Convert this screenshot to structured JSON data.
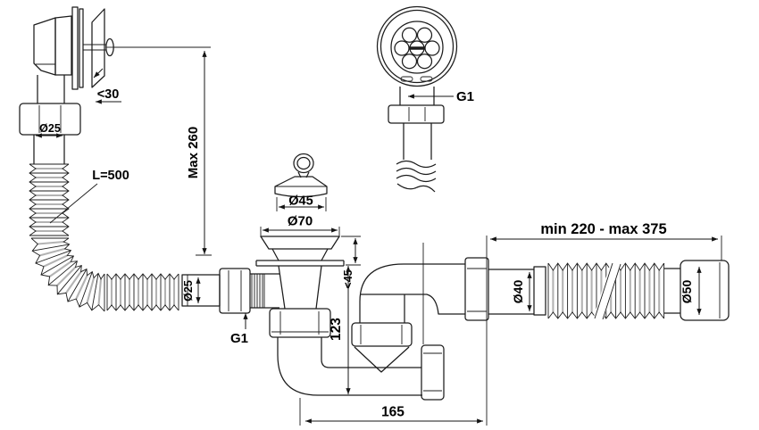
{
  "drawing": {
    "colors": {
      "line": "#1c1c1c",
      "dimension": "#141414",
      "shade": "#b3b3b3",
      "background": "#ffffff"
    },
    "dimensions": {
      "overflow_wall_thickness": "<30",
      "overflow_pipe_diameter": "Ø25",
      "overflow_hose_length": "L=500",
      "overflow_max_height": "Max 260",
      "plug_diameter": "Ø45",
      "flange_diameter": "Ø70",
      "strainer_thread": "G1",
      "drain_mount_depth": "<45",
      "hose_connection_diameter": "Ø25",
      "drain_inlet_thread": "G1",
      "trap_height": "123",
      "trap_length": "165",
      "outlet_pipe_diameter": "Ø40",
      "outlet_length_range": "min 220 - max 375",
      "outlet_cuff_diameter": "Ø50"
    }
  }
}
